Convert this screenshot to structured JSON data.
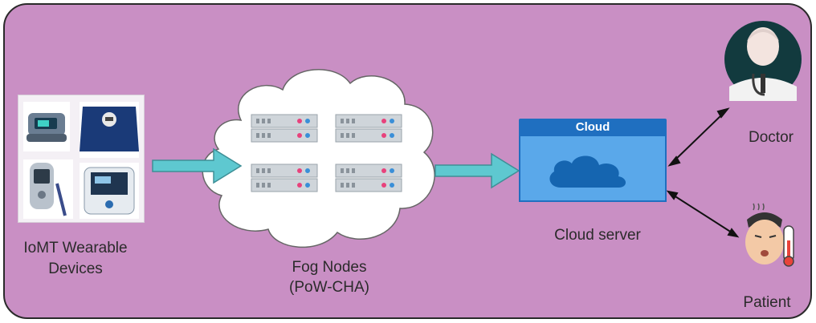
{
  "labels": {
    "devices_line1": "IoMT Wearable",
    "devices_line2": "Devices",
    "fog_line1": "Fog Nodes",
    "fog_line2": "(PoW-CHA)",
    "cloud_title": "Cloud",
    "cloud_server": "Cloud server",
    "doctor": "Doctor",
    "patient": "Patient"
  },
  "colors": {
    "background": "#c98fc4",
    "arrow_fill": "#5ec8d0",
    "cloud_header": "#1f6fc0",
    "cloud_body": "#5aa8ea"
  }
}
